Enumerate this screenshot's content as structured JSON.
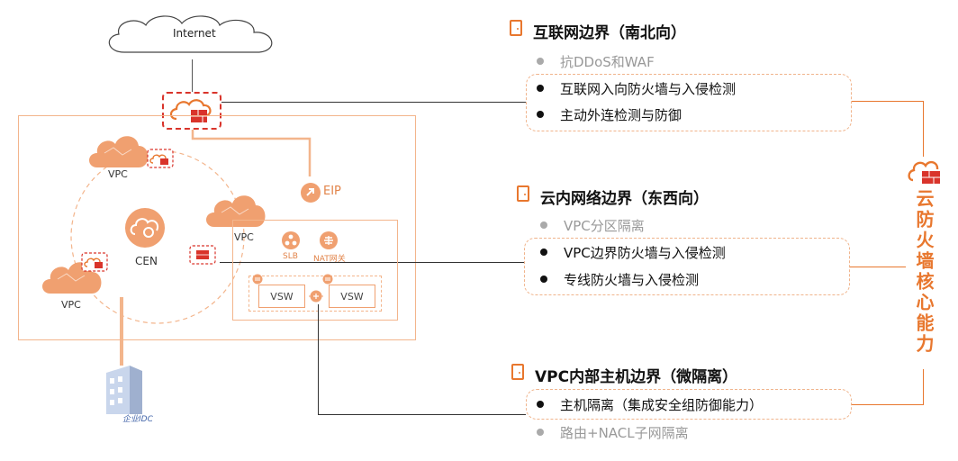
{
  "diagram": {
    "internet_label": "Internet",
    "eip_label": "EIP",
    "vpc_left_top_label": "VPC",
    "vpc_left_bottom_label": "VPC",
    "vpc_right_label": "VPC",
    "cen_label": "CEN",
    "slb_label": "SLB",
    "nat_label": "NAT网关",
    "vsw1_label": "VSW",
    "vsw2_label": "VSW",
    "enterprise_idc_label": "企业IDC"
  },
  "sections": [
    {
      "title": "互联网边界（南北向）",
      "items": [
        {
          "text": "抗DDoS和WAF",
          "style": "grey"
        },
        {
          "text": "互联网入向防火墙与入侵检测",
          "style": "dark"
        },
        {
          "text": "主动外连检测与防御",
          "style": "dark"
        }
      ]
    },
    {
      "title": "云内网络边界（东西向）",
      "items": [
        {
          "text": "VPC分区隔离",
          "style": "grey"
        },
        {
          "text": "VPC边界防火墙与入侵检测",
          "style": "dark"
        },
        {
          "text": "专线防火墙与入侵检测",
          "style": "dark"
        }
      ]
    },
    {
      "title": "VPC内部主机边界（微隔离）",
      "items": [
        {
          "text": "主机隔离（集成安全组防御能力）",
          "style": "dark"
        },
        {
          "text": "路由+NACL子网隔离",
          "style": "grey"
        }
      ]
    }
  ],
  "core_capability": "云防火墙核心能力",
  "colors": {
    "accent": "#e8772e",
    "cloud_orange": "#f0a070",
    "firewall_red": "#d9342b",
    "line": "#333333",
    "grey_text": "#999999"
  }
}
